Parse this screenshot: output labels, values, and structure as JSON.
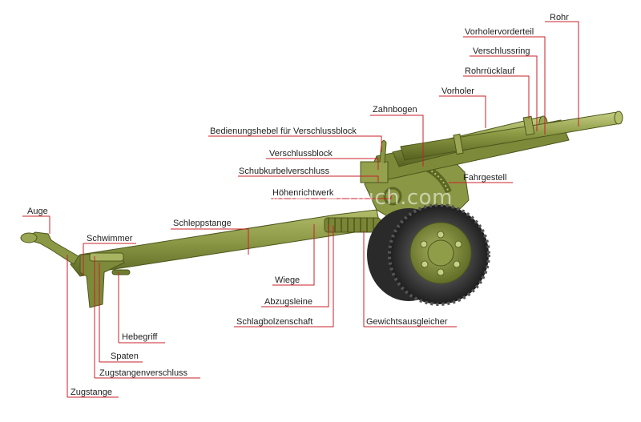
{
  "diagram": {
    "watermark": "www.bildwoerterbuch.com",
    "colors": {
      "leader_line": "#c8202a",
      "gun_body": "#8c9a45",
      "gun_dark": "#5f6b28",
      "gun_light": "#b4c06c",
      "tire": "#3a3a3a",
      "hub": "#7d8a3a"
    },
    "labels": {
      "rohr": "Rohr",
      "vorholervorderteil": "Vorholervorderteil",
      "verschlussring": "Verschlussring",
      "rohrruecklauf": "Rohrrücklauf",
      "vorholer": "Vorholer",
      "zahnbogen": "Zahnbogen",
      "bedienungshebel": "Bedienungshebel für Verschlussblock",
      "verschlussblock": "Verschlussblock",
      "schubkurbelverschluss": "Schubkurbelverschluss",
      "fahrgestell": "Fahrgestell",
      "hoehenrichtwerk": "Höhenrichtwerk",
      "auge": "Auge",
      "schleppstange": "Schleppstange",
      "schwimmer": "Schwimmer",
      "wiege": "Wiege",
      "abzugsleine": "Abzugsleine",
      "schlagbolzenschaft": "Schlagbolzenschaft",
      "gewichtsausgleicher": "Gewichtsausgleicher",
      "hebegriff": "Hebegriff",
      "spaten": "Spaten",
      "zugstangenverschluss": "Zugstangenverschluss",
      "zugstange": "Zugstange"
    }
  }
}
